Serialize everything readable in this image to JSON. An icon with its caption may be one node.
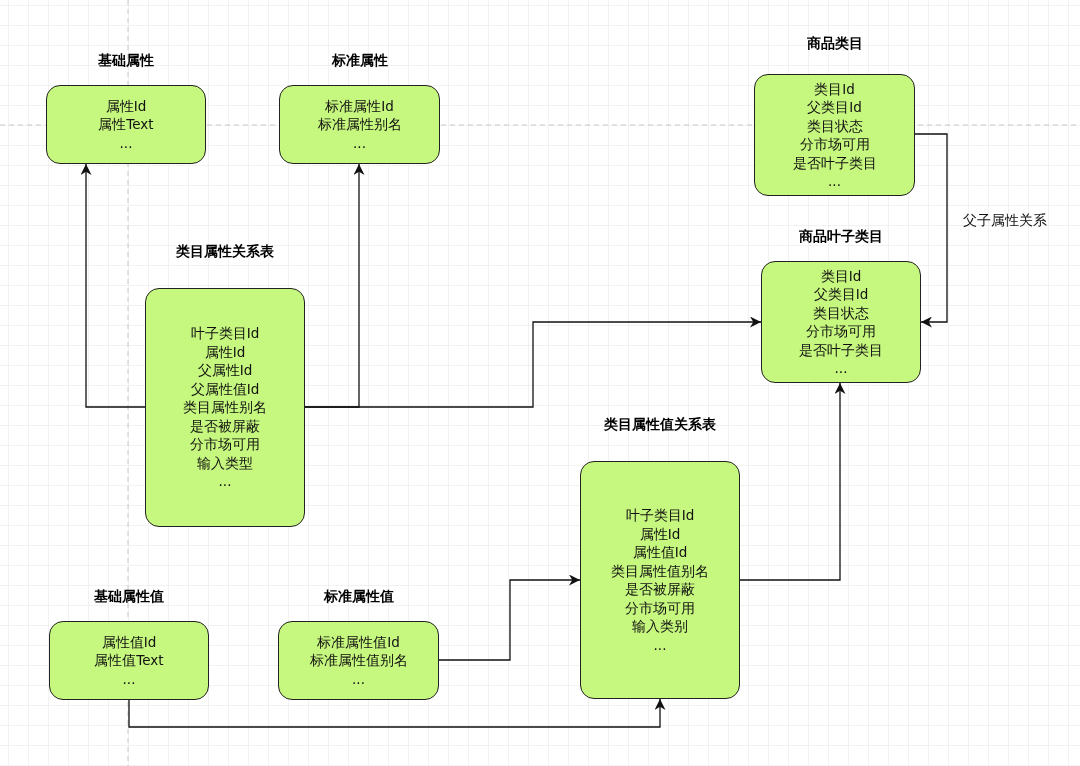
{
  "diagram": {
    "nodes": [
      {
        "text": [
          "基础属性",
          "属性Id",
          "属性Text",
          "..."
        ]
      },
      {
        "text": [
          "标准属性",
          "标准属性Id",
          "标准属性别名",
          "..."
        ]
      },
      {
        "text": [
          "商品类目",
          "类目Id",
          "父类目Id",
          "类目状态",
          "分市场可用",
          "是否叶子类目",
          "..."
        ]
      },
      {
        "text": [
          "类目属性关系表",
          "叶子类目Id",
          "属性Id",
          "父属性Id",
          "父属性值Id",
          "类目属性别名",
          "是否被屏蔽",
          "分市场可用",
          "输入类型",
          "..."
        ]
      },
      {
        "text": [
          "商品叶子类目",
          "类目Id",
          "父类目Id",
          "类目状态",
          "分市场可用",
          "是否叶子类目",
          "..."
        ]
      },
      {
        "text": [
          "类目属性值关系表",
          "叶子类目Id",
          "属性Id",
          "属性值Id",
          "类目属性值别名",
          "是否被屏蔽",
          "分市场可用",
          "输入类别",
          "..."
        ]
      },
      {
        "text": [
          "基础属性值",
          "属性值Id",
          "属性值Text",
          "..."
        ]
      },
      {
        "text": [
          "标准属性值",
          "标准属性值Id",
          "标准属性值别名",
          "..."
        ]
      }
    ],
    "edges": [
      {
        "from": 3,
        "to": 0,
        "arrow": "to"
      },
      {
        "from": 3,
        "to": 1,
        "arrow": "to"
      },
      {
        "from": 3,
        "to": 4,
        "arrow": "to"
      },
      {
        "from": 2,
        "to": 4,
        "arrow": "to",
        "label": "父子属性关系"
      },
      {
        "from": 5,
        "to": 4,
        "arrow": "to"
      },
      {
        "from": 7,
        "to": 5,
        "arrow": "to"
      },
      {
        "from": 6,
        "to": 5,
        "arrow": "to"
      }
    ]
  }
}
